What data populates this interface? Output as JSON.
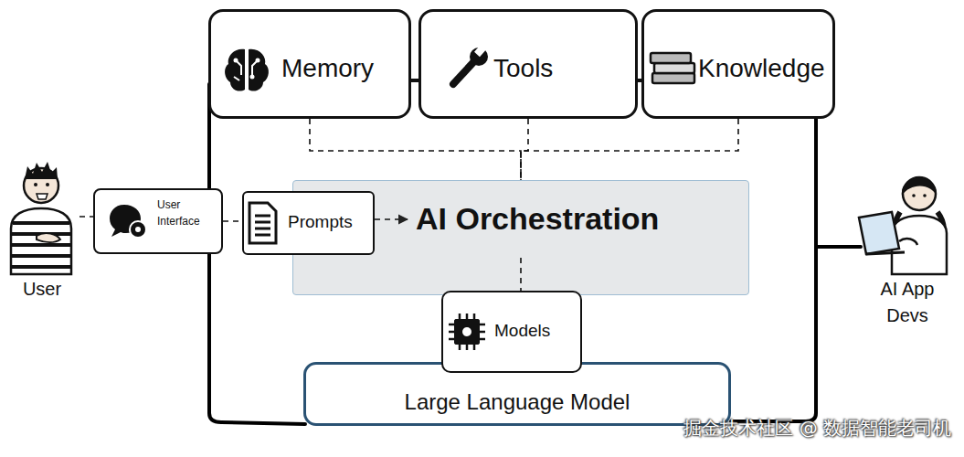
{
  "diagram": {
    "nodes": [
      {
        "text": [
          "Memory"
        ]
      },
      {
        "text": [
          "Tools"
        ]
      },
      {
        "text": [
          "Knowledge"
        ]
      },
      {
        "text": [
          "User"
        ]
      },
      {
        "text": [
          "User Interface"
        ]
      },
      {
        "text": [
          "Prompts"
        ]
      },
      {
        "text": [
          "AI Orchestration"
        ]
      },
      {
        "text": [
          "AI App Devs"
        ]
      },
      {
        "text": [
          "Models"
        ]
      },
      {
        "text": [
          "Large Language Model"
        ]
      }
    ],
    "edges": [
      {
        "from": 3,
        "to": 4,
        "arrow": "none"
      },
      {
        "from": 4,
        "to": 5,
        "arrow": "none"
      },
      {
        "from": 5,
        "to": 6,
        "arrow": "to"
      },
      {
        "from": 0,
        "to": 1,
        "arrow": "none"
      },
      {
        "from": 1,
        "to": 2,
        "arrow": "none"
      },
      {
        "from": 0,
        "to": 6,
        "arrow": "none"
      },
      {
        "from": 1,
        "to": 6,
        "arrow": "none"
      },
      {
        "from": 2,
        "to": 6,
        "arrow": "none"
      },
      {
        "from": 6,
        "to": 8,
        "arrow": "none"
      }
    ],
    "labels": [
      "掘金技术社区 @ 数据智能老司机"
    ]
  }
}
